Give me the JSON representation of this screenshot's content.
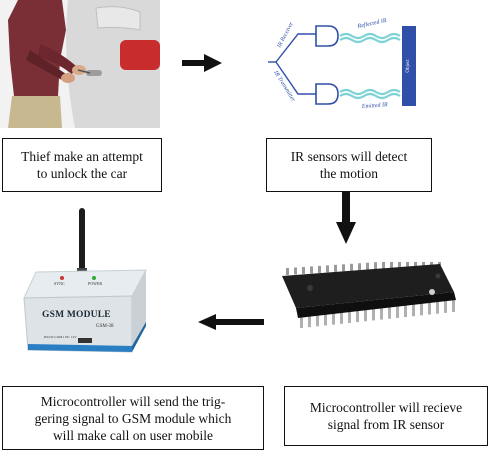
{
  "steps": [
    {
      "lines": [
        "Thief make an attempt",
        "to unlock the car"
      ]
    },
    {
      "lines": [
        "IR sensors will detect",
        "the motion"
      ]
    },
    {
      "lines": [
        "Microcontroller will recieve",
        "signal from IR sensor"
      ]
    },
    {
      "lines": [
        "Microcontroller will send the trig-",
        "gering signal to GSM module which",
        "will make call on user mobile"
      ]
    }
  ],
  "ir_figure": {
    "receiver_label": "IR Receiver",
    "transmitter_label": "IR Transmitter",
    "reflected_label": "Reflected IR",
    "emitted_label": "Emitted IR",
    "object_label": "Object"
  },
  "gsm_module": {
    "title": "GSM MODULE",
    "model": "GSM-38",
    "led_label_left": "SYNC",
    "led_label_right": "POWER",
    "port_label": "RS232  COM1  DC 12V"
  },
  "colors": {
    "ink": "#111111",
    "ir_blue": "#2f4fa8",
    "ir_wave": "#7fd3d6",
    "gsm_body": "#e6ecef",
    "gsm_trim": "#2a7fc4",
    "chip": "#1e1e1e"
  }
}
